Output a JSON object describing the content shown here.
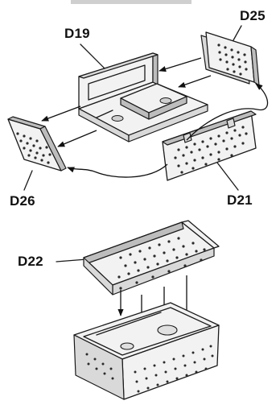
{
  "labels": {
    "d19": "D19",
    "d25": "D25",
    "d26": "D26",
    "d21": "D21",
    "d22": "D22"
  }
}
